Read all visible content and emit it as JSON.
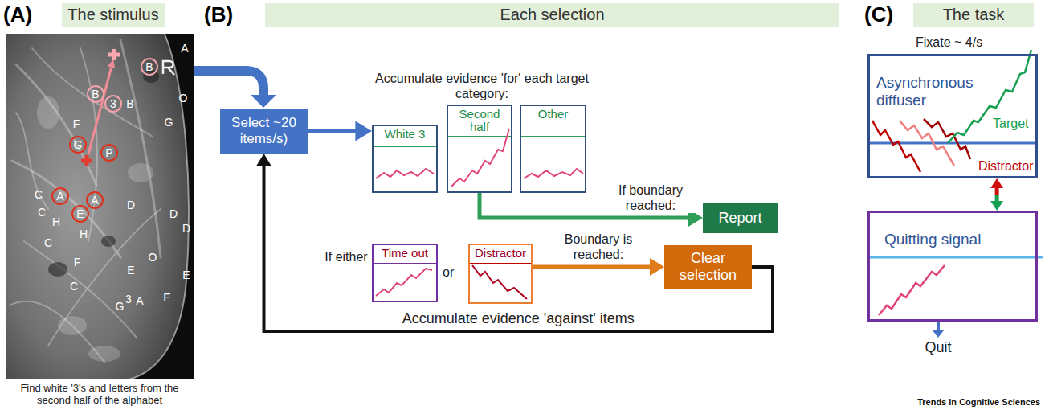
{
  "diagram": {
    "nodes": [
      {
        "text": [
          "The stimulus"
        ]
      },
      {
        "text": [
          "Each selection"
        ]
      },
      {
        "text": [
          "The task"
        ]
      },
      {
        "text": [
          "B"
        ]
      },
      {
        "text": [
          "B"
        ]
      },
      {
        "text": [
          "3"
        ]
      },
      {
        "text": [
          "G"
        ]
      },
      {
        "text": [
          "P"
        ]
      },
      {
        "text": [
          "A"
        ]
      },
      {
        "text": [
          "A"
        ]
      },
      {
        "text": [
          "E"
        ]
      },
      {
        "text": [
          "Select ~20 items/s)"
        ]
      },
      {
        "text": [
          "White 3"
        ]
      },
      {
        "text": [
          "Second half"
        ]
      },
      {
        "text": [
          "Other"
        ]
      },
      {
        "text": [
          "Report"
        ]
      },
      {
        "text": [
          "Time out"
        ]
      },
      {
        "text": [
          "Distractor"
        ]
      },
      {
        "text": [
          "Clear selection"
        ]
      },
      {
        "text": [
          "Asynchronous diffuser",
          "Target",
          "Distractor"
        ]
      },
      {
        "text": [
          "Quitting signal"
        ]
      }
    ],
    "edges": [
      {
        "from": 11,
        "to": 12,
        "arrow": "to"
      },
      {
        "from": 13,
        "to": 15,
        "label": "If boundary reached:",
        "arrow": "to"
      },
      {
        "from": 17,
        "to": 18,
        "label": "Boundary is reached:",
        "arrow": "to"
      },
      {
        "from": 18,
        "to": 11,
        "label": "Accumulate evidence 'against' items",
        "arrow": "to"
      },
      {
        "from": 19,
        "to": 20,
        "arrow": "both"
      }
    ],
    "labels": [
      "(A)",
      "(B)",
      "(C)",
      "A",
      "O",
      "B",
      "F",
      "G",
      "C",
      "D",
      "C",
      "D",
      "H",
      "D",
      "H",
      "C",
      "O",
      "F",
      "E",
      "E",
      "C",
      "E",
      "3",
      "A",
      "G",
      "Find white '3's and letters from the second half of the alphabet",
      "Accumulate evidence 'for' each target category:",
      "If either",
      "or",
      "Fixate ~ 4/s",
      "Quit",
      "Trends in Cognitive Sciences"
    ]
  }
}
